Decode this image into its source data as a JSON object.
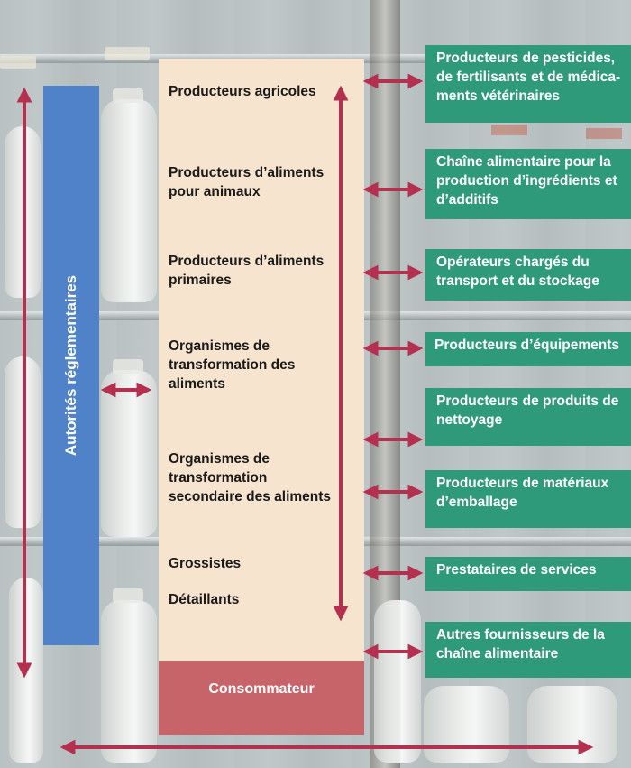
{
  "regulators": {
    "label": "Autorités réglementaires"
  },
  "chain": {
    "stages": [
      {
        "label": "Producteurs agricoles"
      },
      {
        "label": "Producteurs d’aliments pour animaux"
      },
      {
        "label": "Producteurs d’aliments primaires"
      },
      {
        "label": "Organismes de transformation des aliments"
      },
      {
        "label": "Organismes de transformation secondaire des aliments"
      },
      {
        "label": "Grossistes"
      },
      {
        "label": "Détaillants"
      }
    ],
    "consumer": "Consommateur"
  },
  "suppliers": [
    {
      "label": "Producteurs de pesticides, de fertilisants et de médica-ments vétérinaires"
    },
    {
      "label": "Chaîne alimentaire pour la production d’ingrédients et d’additifs"
    },
    {
      "label": "Opérateurs chargés du transport et du stockage"
    },
    {
      "label": "Producteurs d’équipements"
    },
    {
      "label": "Producteurs de produits de nettoyage"
    },
    {
      "label": "Producteurs de matériaux d’emballage"
    },
    {
      "label": "Prestataires de services"
    },
    {
      "label": "Autres fournisseurs de la chaîne alimentaire"
    }
  ],
  "colors": {
    "arrow": "#b5304e",
    "regulators": "#4f82c8",
    "chain": "#f6e4ce",
    "consumer": "#c7646a",
    "supplier": "#2f9a7a"
  }
}
